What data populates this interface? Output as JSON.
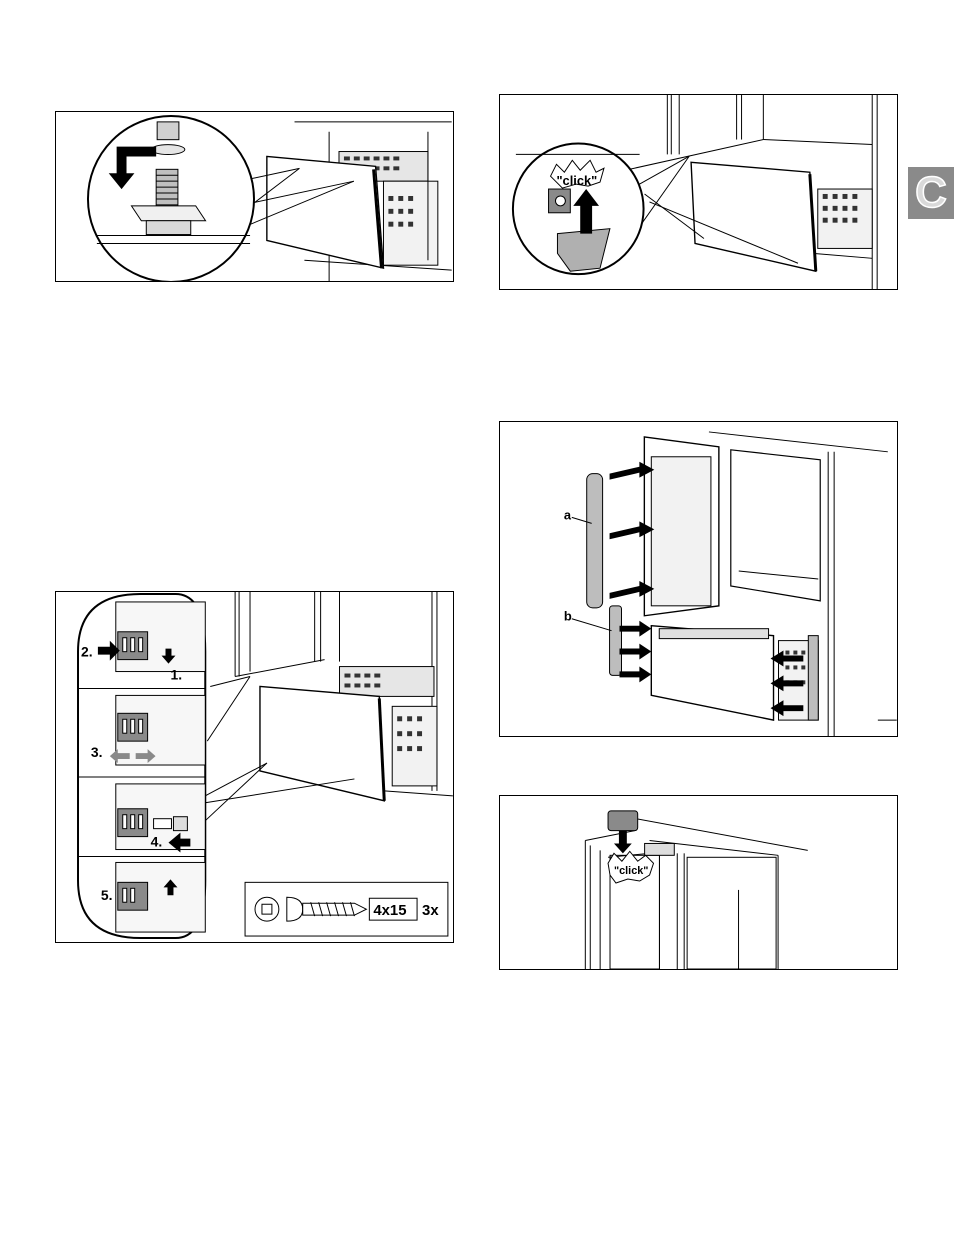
{
  "section_tab": {
    "letter": "C",
    "color": "#8a8a8a"
  },
  "figures": {
    "nut_washer": {},
    "click_bottom": {
      "click_label": "\"click\""
    },
    "hinge_steps": {
      "step1": "1.",
      "step2": "2.",
      "step3": "3.",
      "step4": "4.",
      "step5": "5.",
      "screw_spec": "4x15",
      "screw_qty": "3x"
    },
    "trim_strips": {
      "label_a": "a",
      "label_b": "b"
    },
    "click_top": {
      "click_label": "\"click\""
    }
  }
}
